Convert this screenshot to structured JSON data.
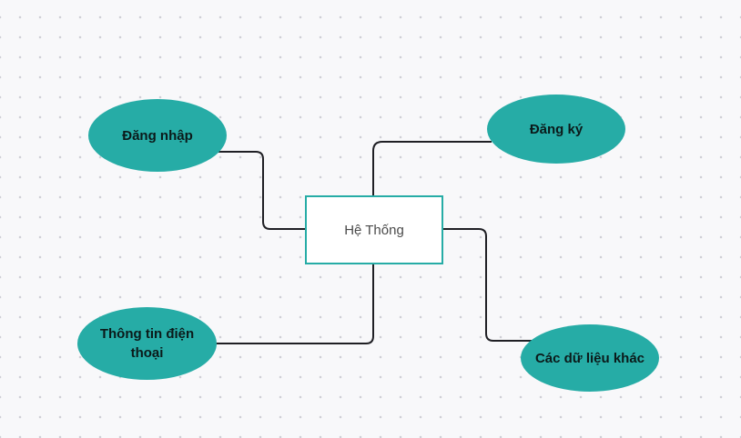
{
  "diagram": {
    "central_node": {
      "label": "Hệ Thống"
    },
    "nodes": {
      "login": {
        "label": "Đăng nhập"
      },
      "register": {
        "label": "Đăng ký"
      },
      "phone_info": {
        "label": "Thông tin điện thoại"
      },
      "other_data": {
        "label": "Các dữ liệu khác"
      }
    },
    "colors": {
      "node_fill": "#26aca6",
      "central_border": "#26aca6",
      "connector": "#1f1f24",
      "background": "#f8f8fa"
    }
  }
}
